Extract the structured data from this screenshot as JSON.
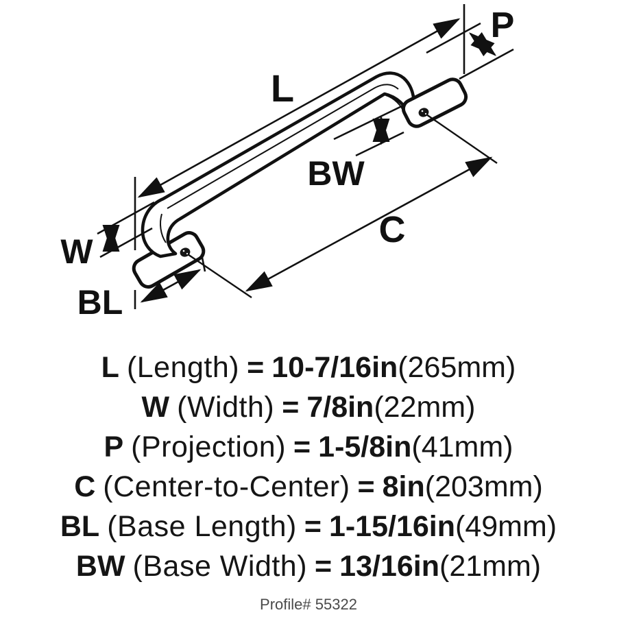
{
  "diagram": {
    "labels": {
      "length": "L",
      "width": "W",
      "projection": "P",
      "center_to_center": "C",
      "base_length": "BL",
      "base_width": "BW"
    }
  },
  "specs": [
    {
      "symbol": "L",
      "name": "(Length)",
      "imperial": "10-7/16in",
      "metric": "(265mm)"
    },
    {
      "symbol": "W",
      "name": "(Width)",
      "imperial": "7/8in",
      "metric": "(22mm)"
    },
    {
      "symbol": "P",
      "name": "(Projection)",
      "imperial": "1-5/8in",
      "metric": "(41mm)"
    },
    {
      "symbol": "C",
      "name": "(Center-to-Center)",
      "imperial": "8in",
      "metric": "(203mm)"
    },
    {
      "symbol": "BL",
      "name": "(Base Length)",
      "imperial": "1-15/16in",
      "metric": "(49mm)"
    },
    {
      "symbol": "BW",
      "name": "(Base Width)",
      "imperial": "13/16in",
      "metric": "(21mm)"
    }
  ],
  "text": {
    "equals": "="
  },
  "footer": {
    "profile": "Profile# 55322"
  },
  "colors": {
    "ink": "#111111",
    "muted": "#4a4a4a",
    "background": "#ffffff"
  }
}
